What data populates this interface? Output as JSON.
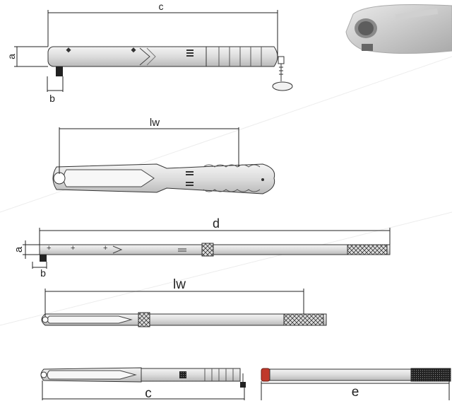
{
  "labels": {
    "top_c": "c",
    "top_a": "a",
    "top_b": "b",
    "lw_1": "lw",
    "d": "d",
    "mid_a": "a",
    "mid_b": "b",
    "lw_2": "lw",
    "bottom_c": "c",
    "e": "e"
  },
  "colors": {
    "tool_body": "#e6e6e6",
    "outline": "#333333",
    "red_cap": "#c0392b",
    "background": "#ffffff"
  }
}
